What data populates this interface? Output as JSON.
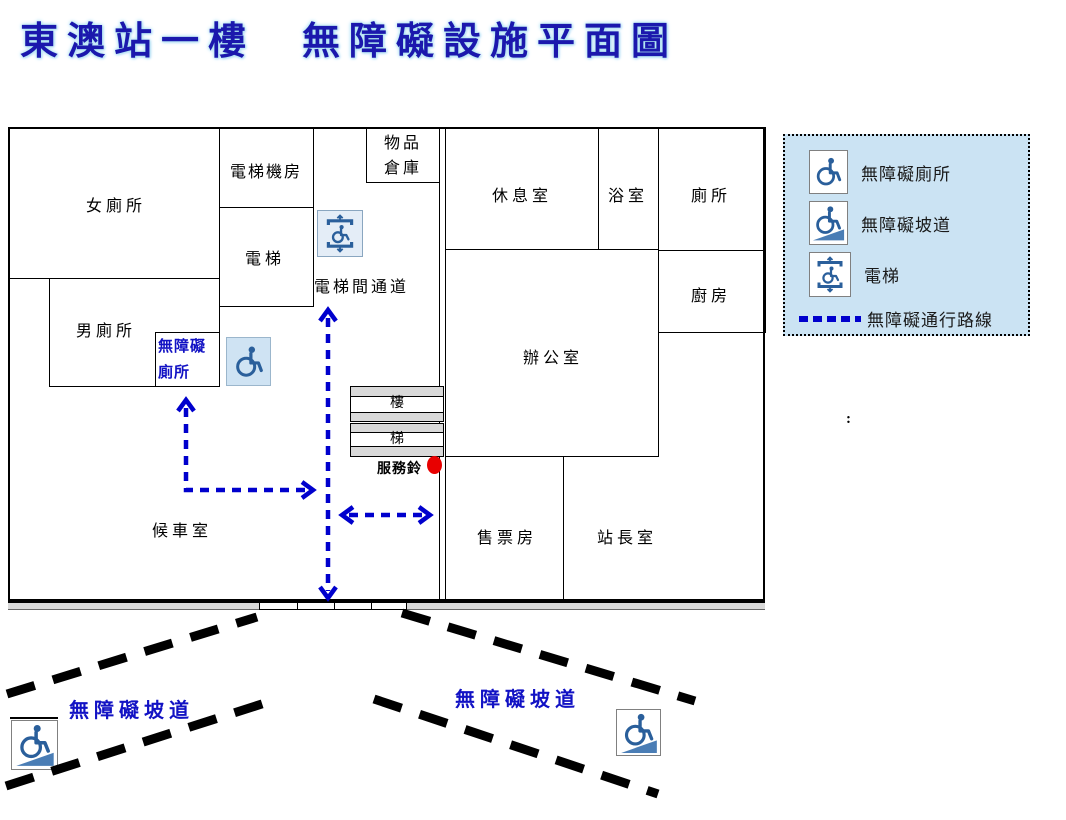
{
  "title": "東澳站一樓　無障礙設施平面圖",
  "rooms": {
    "female_toilet": "女廁所",
    "elevator_machine_room": "電梯機房",
    "elevator": "電梯",
    "storage_line1": "物品",
    "storage_line2": "倉庫",
    "elevator_passage": "電梯間通道",
    "rest_room": "休息室",
    "bath_room": "浴室",
    "toilet": "廁所",
    "kitchen": "廚房",
    "office": "辦公室",
    "male_toilet": "男廁所",
    "accessible_toilet_line1": "無障礙",
    "accessible_toilet_line2": "廁所",
    "stairs_char1": "樓",
    "stairs_char2": "梯",
    "service_bell": "服務鈴",
    "waiting_room": "候車室",
    "ticket_office": "售票房",
    "station_master_room": "站長室"
  },
  "ramps": {
    "left_label": "無障礙坡道",
    "right_label": "無障礙坡道"
  },
  "legend": {
    "items": [
      {
        "icon": "accessible-toilet-icon",
        "label": "無障礙廁所"
      },
      {
        "icon": "accessible-ramp-icon",
        "label": "無障礙坡道"
      },
      {
        "icon": "elevator-icon",
        "label": "電梯"
      },
      {
        "icon": "accessible-route-dash",
        "label": "無障礙通行路線"
      }
    ]
  },
  "stray_mark": ":",
  "colors": {
    "title_blue": "#1b18ad",
    "route_blue": "#0000cd",
    "icon_blue": "#2a5f9b",
    "legend_bg": "#cbe3f3",
    "stairs_gray": "#d9d9d9",
    "bell_red": "#e80000",
    "ramp_black": "#000000"
  }
}
